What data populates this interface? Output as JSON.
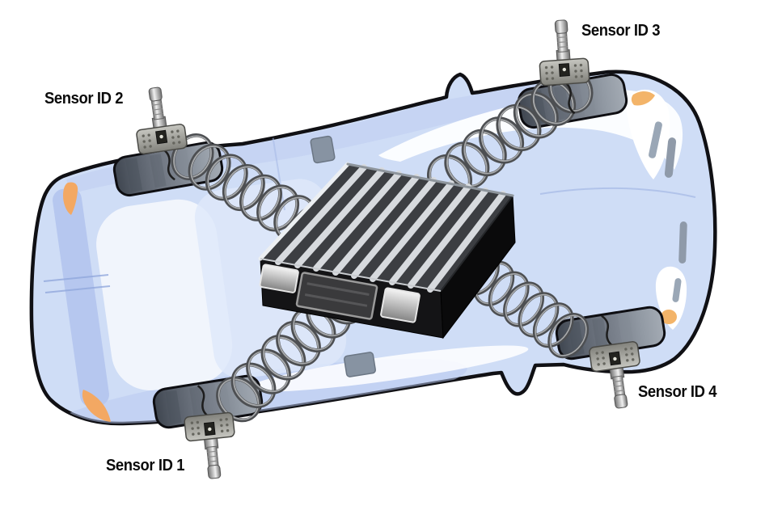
{
  "diagram": {
    "type": "tpms-sensor-layout",
    "description": "Top view of a car with four tire pressure sensors connected by coil links to a central receiver module",
    "sensors": [
      {
        "label": "Sensor ID 1",
        "position": "bottom-left"
      },
      {
        "label": "Sensor ID 2",
        "position": "top-left"
      },
      {
        "label": "Sensor ID 3",
        "position": "top-right"
      },
      {
        "label": "Sensor ID 4",
        "position": "bottom-right"
      }
    ],
    "module": {
      "name": "central-receiver-module"
    },
    "colors": {
      "background": "#ffffff",
      "car_body": "#cfddf6",
      "car_outline": "#101014",
      "tire": "#6e7580",
      "coil": "#808080",
      "module_lid": "#d7dade",
      "module_face": "#141416",
      "accent_orange": "#f3a863",
      "label_text": "#0b0b0b"
    }
  }
}
